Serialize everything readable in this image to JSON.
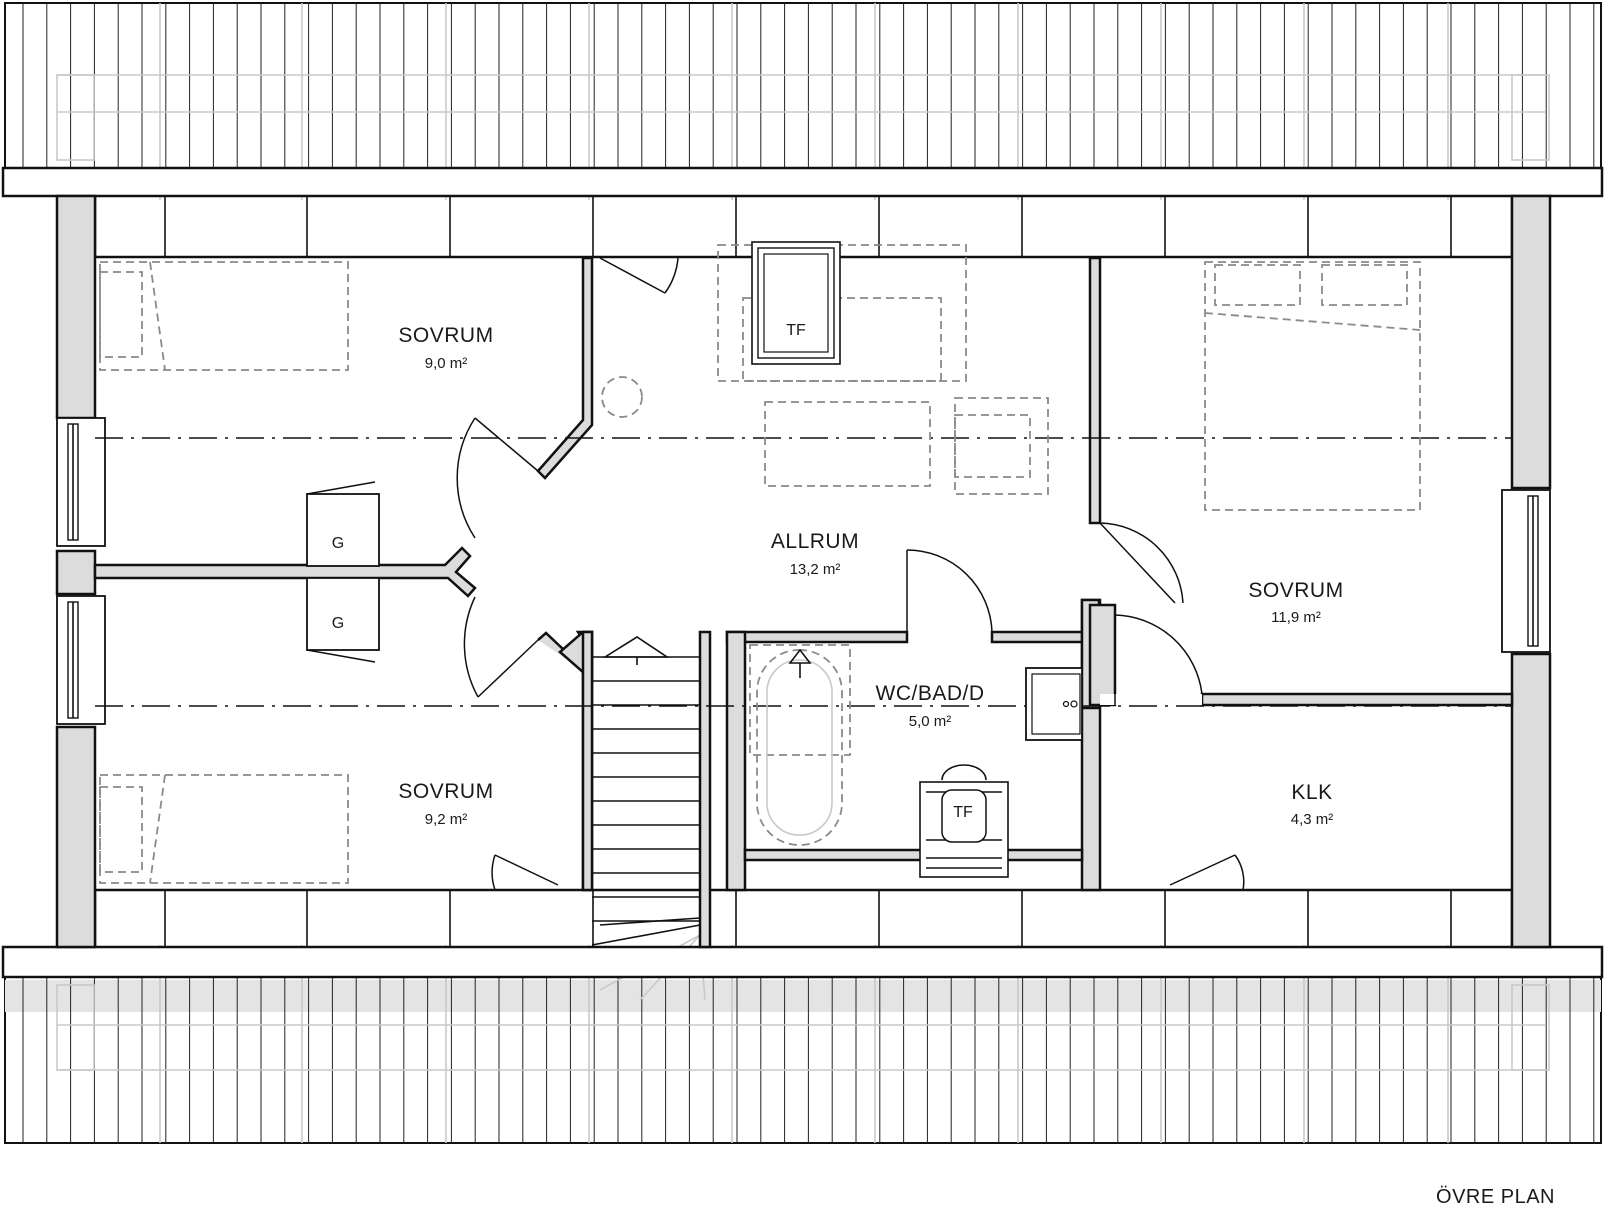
{
  "plan": {
    "title": "ÖVRE PLAN",
    "rooms": [
      {
        "id": "sovrum-nw",
        "name": "SOVRUM",
        "area": "9,0 m²"
      },
      {
        "id": "sovrum-sw",
        "name": "SOVRUM",
        "area": "9,2 m²"
      },
      {
        "id": "allrum",
        "name": "ALLRUM",
        "area": "13,2 m²"
      },
      {
        "id": "sovrum-e",
        "name": "SOVRUM",
        "area": "11,9 m²"
      },
      {
        "id": "wc",
        "name": "WC/BAD/D",
        "area": "5,0 m²"
      },
      {
        "id": "klk",
        "name": "KLK",
        "area": "4,3 m²"
      }
    ],
    "fixtures": {
      "tf_upper": "TF",
      "tf_wc": "TF",
      "g_upper": "G",
      "g_lower": "G"
    }
  }
}
